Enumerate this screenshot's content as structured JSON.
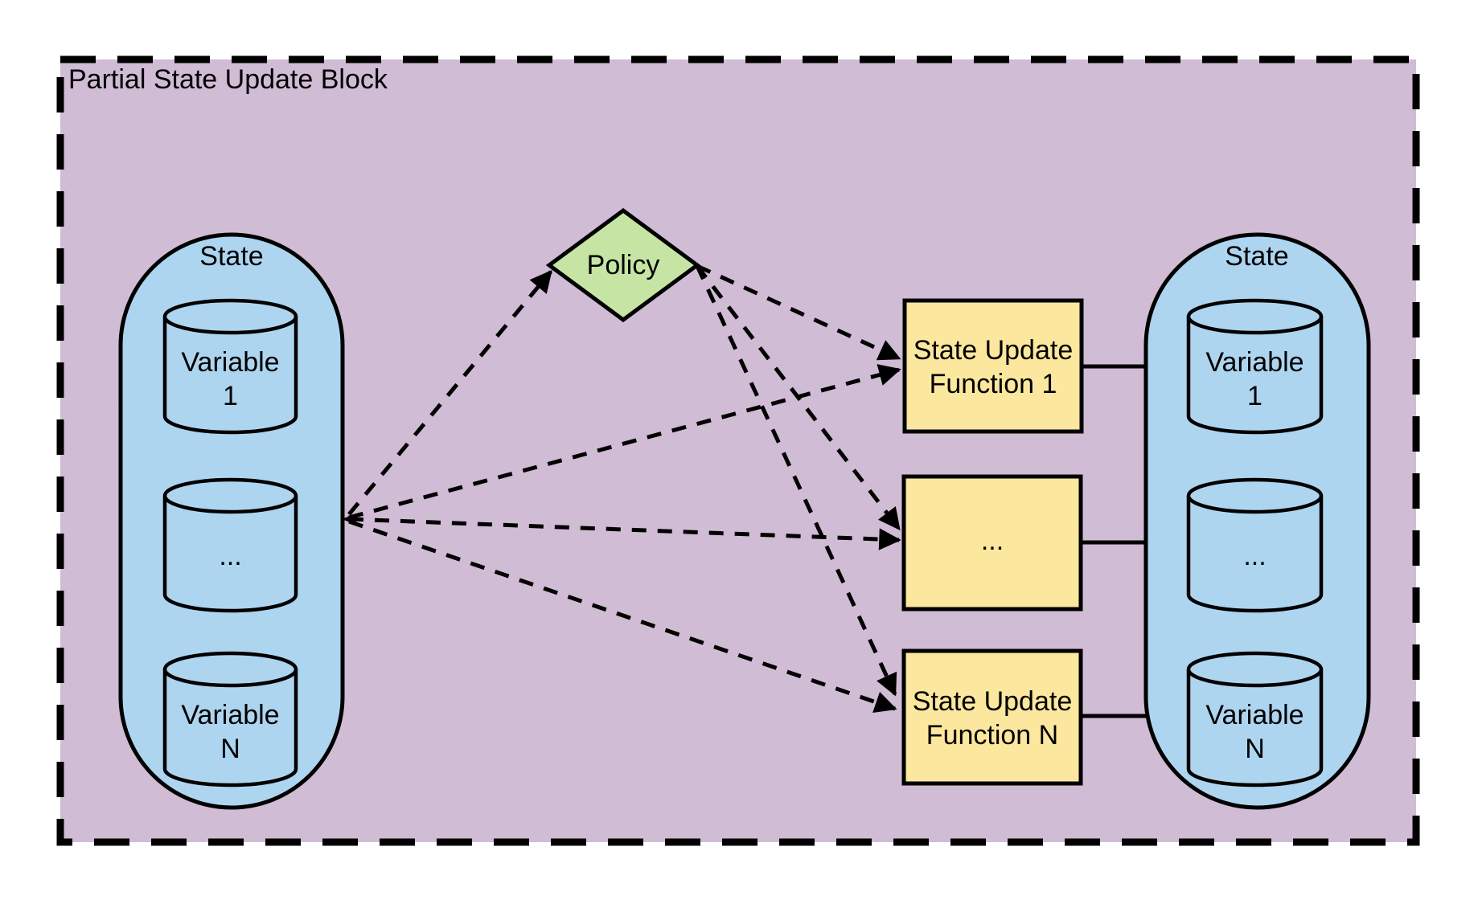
{
  "title": "Partial State Update Block",
  "colors": {
    "block_fill": "#D0BCD4",
    "state_fill": "#ADD5F0",
    "policy_fill": "#C6E5A5",
    "function_fill": "#FCE79E",
    "stroke": "#000000"
  },
  "left_state": {
    "label": "State",
    "variables": [
      {
        "lines": [
          "Variable",
          "1"
        ]
      },
      {
        "lines": [
          "..."
        ]
      },
      {
        "lines": [
          "Variable",
          "N"
        ]
      }
    ]
  },
  "policy": {
    "label": "Policy"
  },
  "update_functions": [
    {
      "lines": [
        "State Update",
        "Function 1"
      ]
    },
    {
      "lines": [
        "..."
      ]
    },
    {
      "lines": [
        "State Update",
        "Function N"
      ]
    }
  ],
  "right_state": {
    "label": "State",
    "variables": [
      {
        "lines": [
          "Variable",
          "1"
        ]
      },
      {
        "lines": [
          "..."
        ]
      },
      {
        "lines": [
          "Variable",
          "N"
        ]
      }
    ]
  }
}
